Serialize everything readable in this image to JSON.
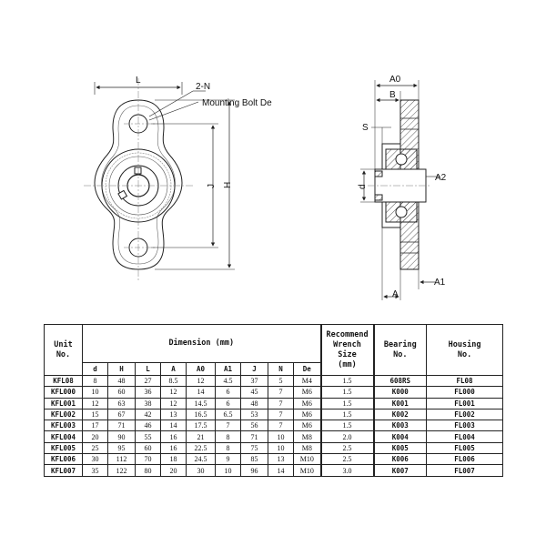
{
  "drawing": {
    "front_labels": {
      "L": "L",
      "N": "2-N",
      "bolt": "Mounting Bolt De",
      "J": "J",
      "H": "H"
    },
    "side_labels": {
      "A0": "A0",
      "B": "B",
      "S": "S",
      "A2": "A2",
      "d": "d",
      "A1": "A1",
      "A": "A"
    }
  },
  "table": {
    "header": {
      "unit": "Unit\nNo.",
      "dimension": "Dimension (mm)",
      "wrench": "Recommend\nWrench\nSize\n(mm)",
      "bearing": "Bearing\nNo.",
      "housing": "Housing\nNo."
    },
    "dim_columns": [
      "d",
      "H",
      "L",
      "A",
      "A0",
      "A1",
      "J",
      "N",
      "De"
    ],
    "rows": [
      {
        "unit": "KFL08",
        "dims": [
          "8",
          "48",
          "27",
          "8.5",
          "12",
          "4.5",
          "37",
          "5",
          "M4"
        ],
        "wrench": "1.5",
        "bearing": "608RS",
        "housing": "FL08"
      },
      {
        "unit": "KFL000",
        "dims": [
          "10",
          "60",
          "36",
          "12",
          "14",
          "6",
          "45",
          "7",
          "M6"
        ],
        "wrench": "1.5",
        "bearing": "K000",
        "housing": "FL000"
      },
      {
        "unit": "KFL001",
        "dims": [
          "12",
          "63",
          "38",
          "12",
          "14.5",
          "6",
          "48",
          "7",
          "M6"
        ],
        "wrench": "1.5",
        "bearing": "K001",
        "housing": "FL001"
      },
      {
        "unit": "KFL002",
        "dims": [
          "15",
          "67",
          "42",
          "13",
          "16.5",
          "6.5",
          "53",
          "7",
          "M6"
        ],
        "wrench": "1.5",
        "bearing": "K002",
        "housing": "FL002"
      },
      {
        "unit": "KFL003",
        "dims": [
          "17",
          "71",
          "46",
          "14",
          "17.5",
          "7",
          "56",
          "7",
          "M6"
        ],
        "wrench": "1.5",
        "bearing": "K003",
        "housing": "FL003"
      },
      {
        "unit": "KFL004",
        "dims": [
          "20",
          "90",
          "55",
          "16",
          "21",
          "8",
          "71",
          "10",
          "M8"
        ],
        "wrench": "2.0",
        "bearing": "K004",
        "housing": "FL004"
      },
      {
        "unit": "KFL005",
        "dims": [
          "25",
          "95",
          "60",
          "16",
          "22.5",
          "8",
          "75",
          "10",
          "M8"
        ],
        "wrench": "2.5",
        "bearing": "K005",
        "housing": "FL005"
      },
      {
        "unit": "KFL006",
        "dims": [
          "30",
          "112",
          "70",
          "18",
          "24.5",
          "9",
          "85",
          "13",
          "M10"
        ],
        "wrench": "2.5",
        "bearing": "K006",
        "housing": "FL006"
      },
      {
        "unit": "KFL007",
        "dims": [
          "35",
          "122",
          "80",
          "20",
          "30",
          "10",
          "96",
          "14",
          "M10"
        ],
        "wrench": "3.0",
        "bearing": "K007",
        "housing": "FL007"
      }
    ]
  }
}
